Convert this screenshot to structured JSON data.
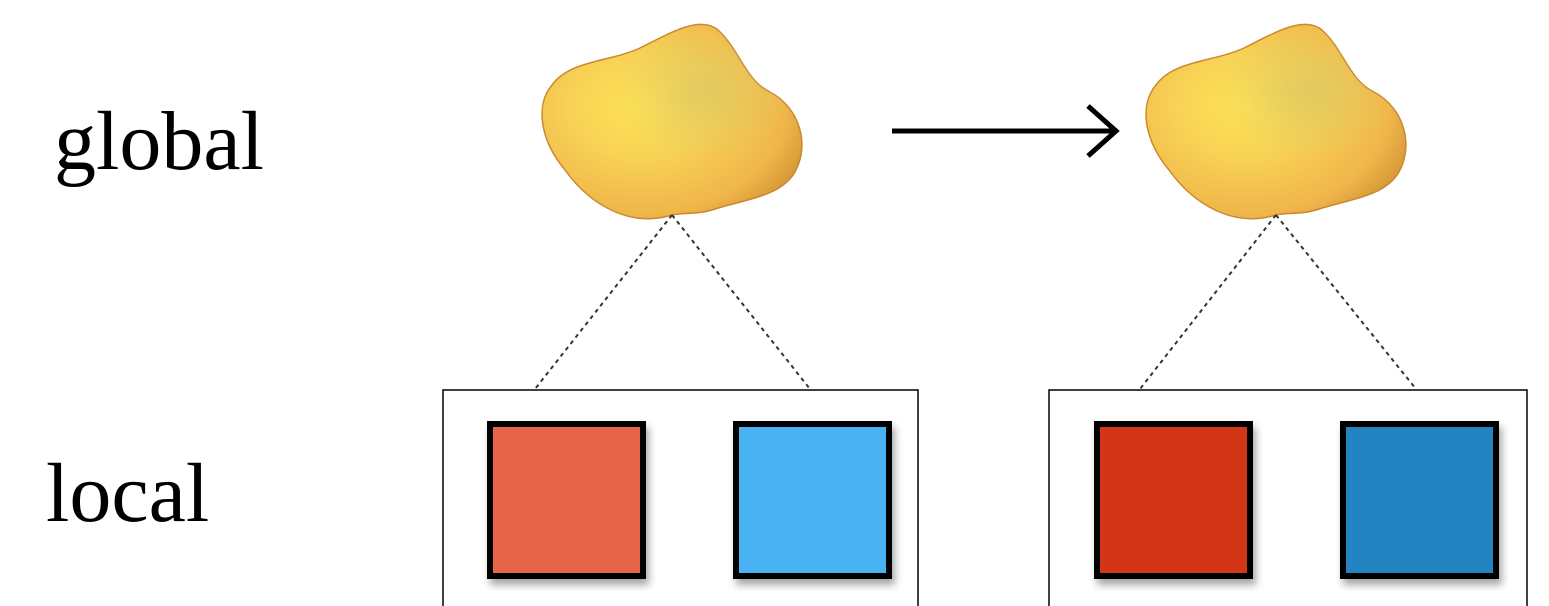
{
  "labels": {
    "global": "global",
    "local": "local"
  },
  "colors": {
    "blob_light": "#ffe356",
    "blob_mid": "#f5bd4e",
    "blob_dark": "#c98a2e",
    "box_stroke": "#000000",
    "left_red": "#e6654a",
    "left_blue": "#4ab2f3",
    "right_red": "#d43613",
    "right_blue": "#2284c1"
  },
  "icons": {
    "transition": "arrow-right-icon",
    "global_state": "blob-shape"
  }
}
